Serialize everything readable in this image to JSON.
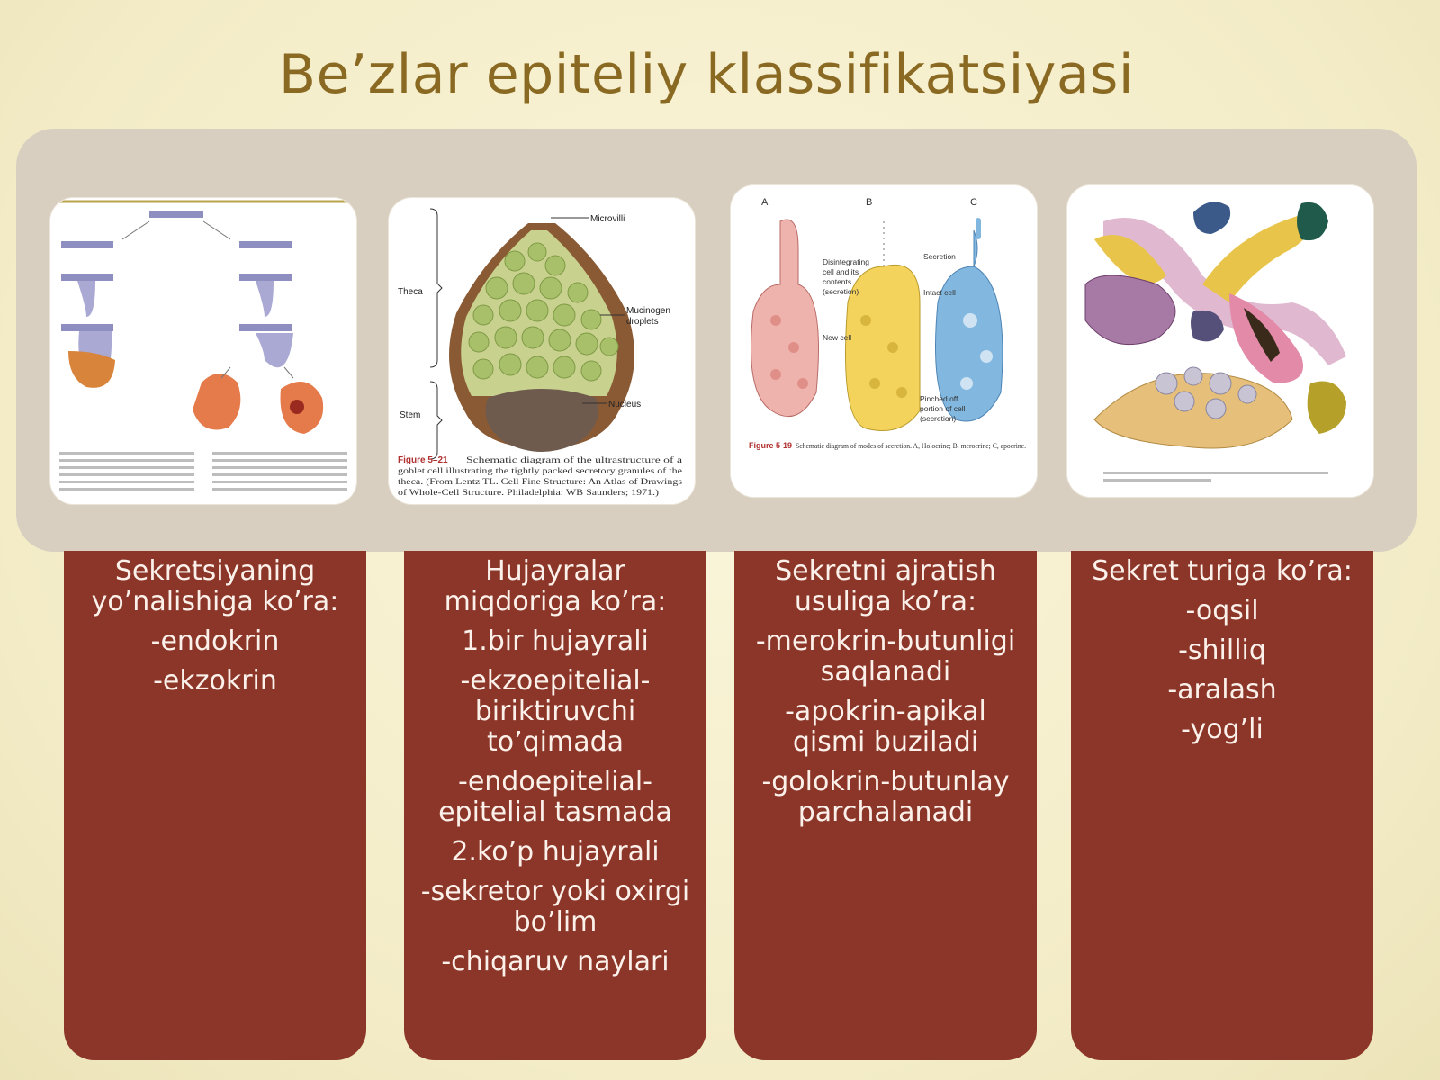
{
  "title": "Be’zlar epiteliy klassifikatsiyasi",
  "figures": {
    "fig2": {
      "microvilli": "Microvilli",
      "theca": "Theca",
      "mucinogen": "Mucinogen",
      "droplets": "droplets",
      "stem": "Stem",
      "nucleus": "Nucleus",
      "caption_bold": "Figure 5–21",
      "caption1": "Schematic diagram of the ultrastructure of a",
      "caption2": "goblet cell illustrating the tightly packed secretory granules of the",
      "caption3": "theca. (From Lentz TL. Cell Fine Structure: An Atlas of Drawings",
      "caption4": "of Whole-Cell Structure. Philadelphia: WB Saunders; 1971.)"
    },
    "fig3": {
      "label_a": "A",
      "label_b": "B",
      "label_c": "C",
      "disintegrating1": "Disintegrating",
      "disintegrating2": "cell and its",
      "disintegrating3": "contents",
      "disintegrating4": "(secretion)",
      "secretion": "Secretion",
      "intact": "Intact cell",
      "new_cell": "New cell",
      "pinched1": "Pinched off",
      "pinched2": "portion of cell",
      "pinched3": "(secretion)",
      "caption_bold": "Figure 5-19",
      "caption": "Schematic diagram of modes of secretion. A, Holocrine; B, merocrine; C, apocrine."
    }
  },
  "columns": [
    {
      "heading": "Sekretsiyaning yo’nalishiga ko’ra:",
      "items": [
        "-endokrin",
        "-ekzokrin"
      ]
    },
    {
      "heading": "Hujayralar miqdoriga ko’ra:",
      "items": [
        "1.bir hujayrali",
        "-ekzoepitelial-biriktiruvchi to’qimada",
        "-endoepitelial-epitelial tasmada",
        "2.ko’p hujayrali",
        "-sekretor yoki oxirgi bo’lim",
        "-chiqaruv naylari"
      ]
    },
    {
      "heading": "Sekretni ajratish usuliga ko’ra:",
      "items": [
        "-merokrin-butunligi saqlanadi",
        "-apokrin-apikal qismi buziladi",
        "-golokrin-butunlay parchalanadi"
      ]
    },
    {
      "heading": "Sekret turiga ko’ra:",
      "items": [
        "-oqsil",
        "-shilliq",
        "-aralash",
        "-yog’li"
      ]
    }
  ]
}
